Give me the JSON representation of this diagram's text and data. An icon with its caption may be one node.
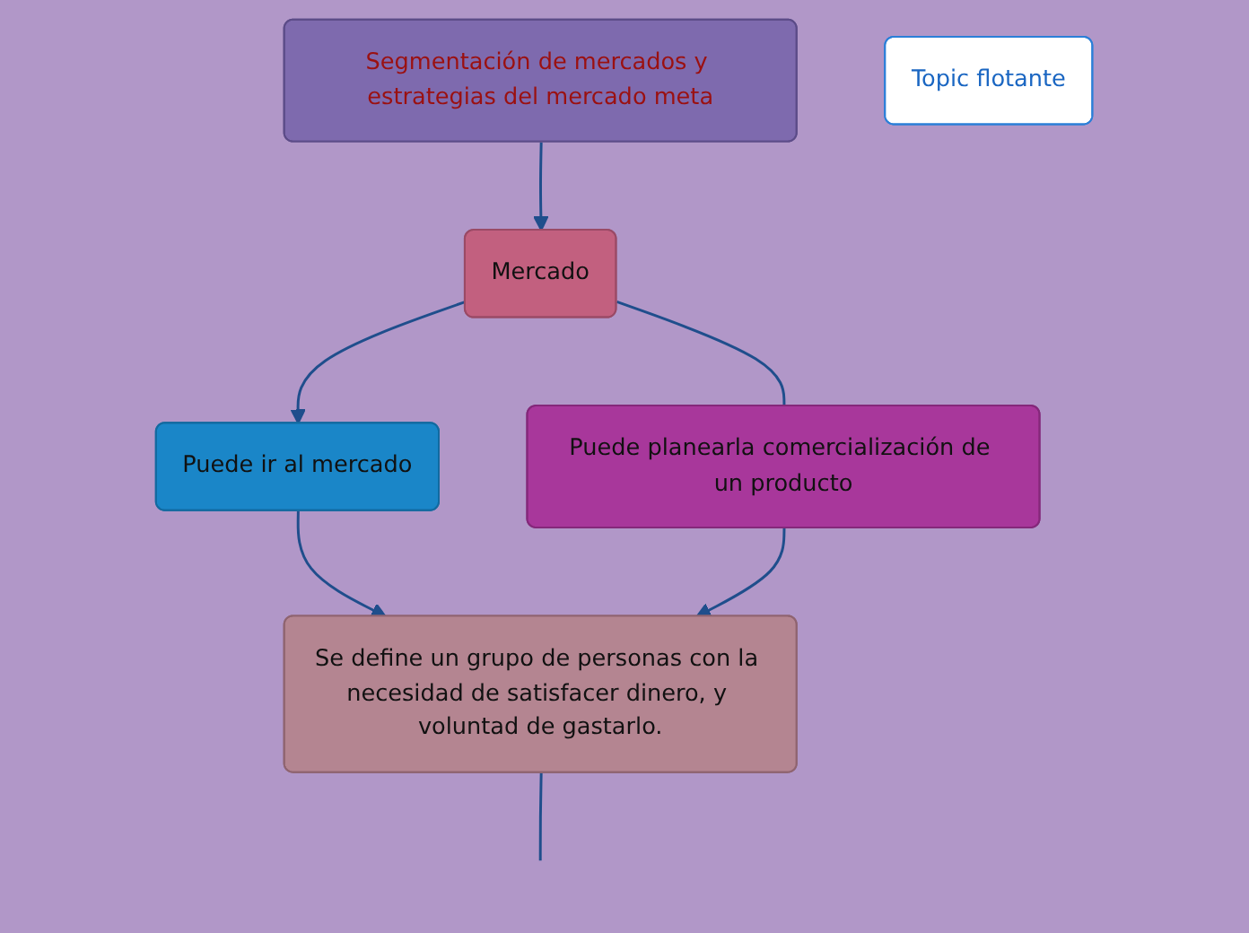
{
  "diagram": {
    "nodes": [
      {
        "text": [
          "Segmentación de mercados y estrategias del mercado meta"
        ]
      },
      {
        "text": [
          "Mercado"
        ]
      },
      {
        "text": [
          "Puede ir al mercado"
        ]
      },
      {
        "text": [
          "Puede planearla comercialización de un producto"
        ]
      },
      {
        "text": [
          "Se define un grupo de personas con la necesidad de satisfacer dinero, y voluntad de gastarlo."
        ]
      },
      {
        "text": [
          "Topic flotante"
        ]
      }
    ],
    "edges": [
      {
        "from": 0,
        "to": 1,
        "arrow": "to"
      },
      {
        "from": 1,
        "to": 2,
        "arrow": "to"
      },
      {
        "from": 1,
        "to": 3,
        "arrow": "none"
      },
      {
        "from": 2,
        "to": 4,
        "arrow": "to"
      },
      {
        "from": 3,
        "to": 4,
        "arrow": "to"
      },
      {
        "from": 4,
        "to": null,
        "arrow": "none"
      }
    ]
  }
}
